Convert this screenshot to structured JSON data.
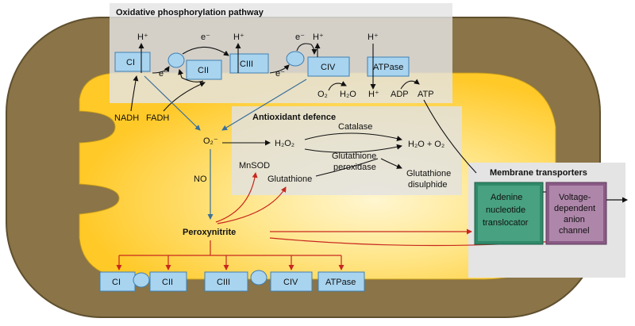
{
  "colors": {
    "outer_membrane": "#8a7448",
    "outer_membrane_edge": "#5f4f2e",
    "matrix_bright": "#ffd23a",
    "matrix_pale": "#fff2c2",
    "complex_fill": "#a8d4ef",
    "complex_stroke": "#3f7fb2",
    "panel": "#e4e4e4",
    "ant_translocator": "#2f8a6a",
    "vdac": "#8a5a86",
    "red_arrow": "#c8281e",
    "blue_arrow": "#3a6f9a"
  },
  "titles": {
    "oxphos": "Oxidative phosphorylation pathway",
    "antioxidant": "Antioxidant defence",
    "transporters": "Membrane transporters"
  },
  "top_complexes": {
    "ci": "CI",
    "cii": "CII",
    "ciii": "CIII",
    "civ": "CIV",
    "atpase": "ATPase"
  },
  "top_labels": {
    "h1": "H⁺",
    "h2": "H⁺",
    "h3": "H⁺",
    "h4": "H⁺",
    "h_matrix": "H⁺",
    "e1": "e⁻",
    "e2": "e⁻",
    "e3": "e⁻",
    "e4": "e⁻",
    "nadh": "NADH",
    "fadh": "FADH",
    "o2": "O₂",
    "h2o": "H₂O",
    "adp": "ADP",
    "atp": "ATP"
  },
  "ros": {
    "superoxide": "O₂⁻",
    "no": "NO",
    "peroxynitrite": "Peroxynitrite",
    "h2o2": "H₂O₂",
    "catalase": "Catalase",
    "h2o_o2": "H₂O + O₂",
    "gpx_line1": "Glutathione",
    "gpx_line2": "peroxidase",
    "mnsod": "MnSOD",
    "glutathione": "Glutathione",
    "gsh_dis_line1": "Glutathione",
    "gsh_dis_line2": "disulphide"
  },
  "transporters": {
    "ant_line1": "Adenine",
    "ant_line2": "nucleotide",
    "ant_line3": "translocator",
    "vdac_line1": "Voltage-",
    "vdac_line2": "dependent",
    "vdac_line3": "anion",
    "vdac_line4": "channel"
  },
  "bottom_complexes": {
    "ci": "CI",
    "cii": "CII",
    "ciii": "CIII",
    "civ": "CIV",
    "atpase": "ATPase"
  }
}
